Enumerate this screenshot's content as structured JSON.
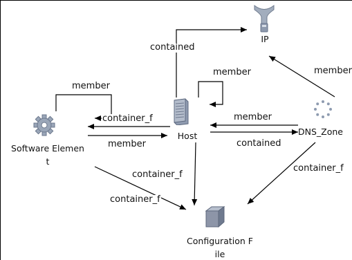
{
  "nodes": {
    "ip": {
      "label": "IP",
      "icon": "network-interface-icon"
    },
    "host": {
      "label": "Host",
      "icon": "server-icon"
    },
    "software": {
      "label_line1": "Software Elemen",
      "label_line2": "t",
      "icon": "gear-icon"
    },
    "dns": {
      "label": "DNS_Zone",
      "icon": "dotted-ring-icon"
    },
    "config": {
      "label_line1": "Configuration F",
      "label_line2": "ile",
      "icon": "cube-icon"
    }
  },
  "edges": {
    "host_ip": "contained",
    "host_self": "member",
    "dns_ip": "member",
    "soft_self": "member",
    "host_soft": "container_f",
    "soft_host": "member",
    "dns_host": "member",
    "host_dns": "contained",
    "host_config": "container_f",
    "soft_config": "container_f",
    "dns_config": "container_f"
  },
  "colors": {
    "line": "#000000",
    "gear": "#9aa6b8",
    "server": "#8f9bb0",
    "cube": "#8d95a8",
    "ip": "#a2adbd",
    "ring": "#8e9bb0"
  }
}
